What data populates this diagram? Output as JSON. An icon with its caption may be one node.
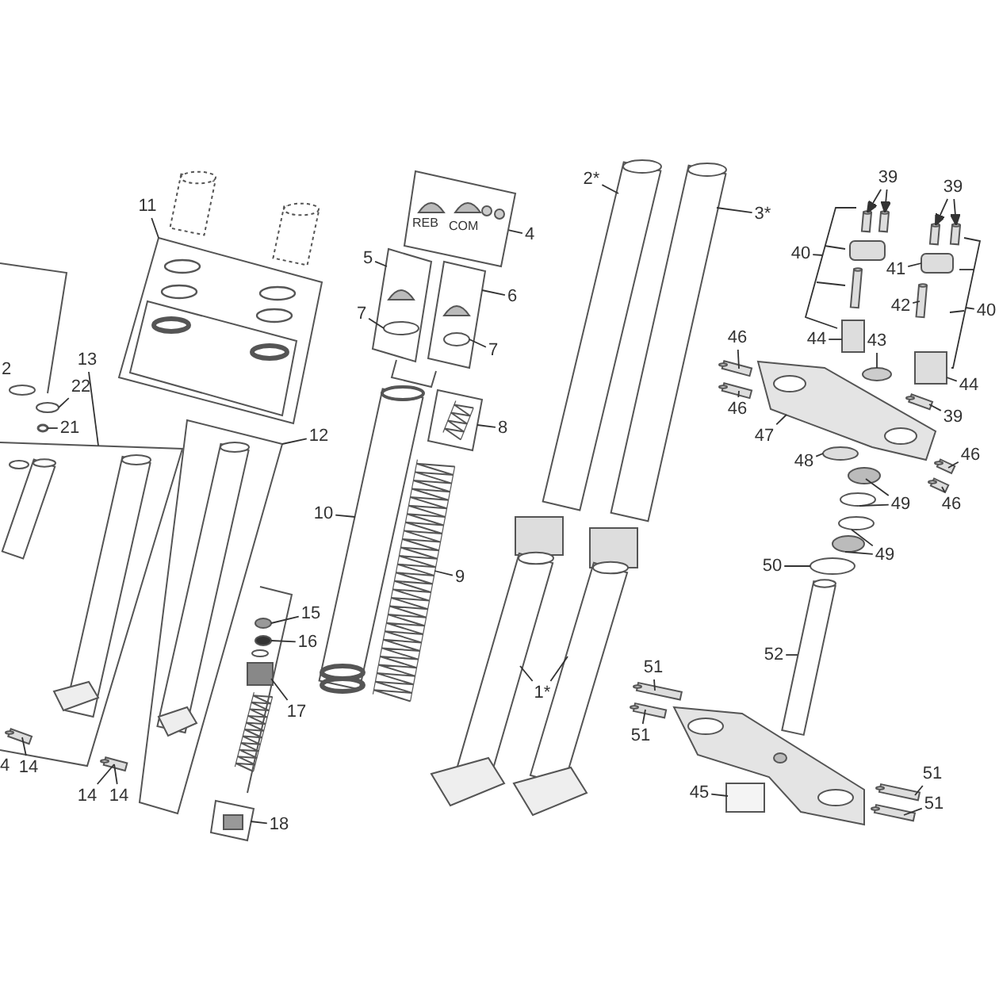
{
  "diagram": {
    "nodes": [
      {
        "text": [
          "2*"
        ]
      },
      {
        "text": [
          "3*"
        ]
      },
      {
        "text": [
          "39"
        ]
      },
      {
        "text": [
          "39"
        ]
      },
      {
        "text": [
          "4"
        ]
      },
      {
        "text": [
          "11"
        ]
      },
      {
        "text": [
          "40"
        ]
      },
      {
        "text": [
          "5"
        ]
      },
      {
        "text": [
          "41"
        ]
      },
      {
        "text": [
          "6"
        ]
      },
      {
        "text": [
          "42"
        ]
      },
      {
        "text": [
          "40"
        ]
      },
      {
        "text": [
          "7"
        ]
      },
      {
        "text": [
          "7"
        ]
      },
      {
        "text": [
          "46"
        ]
      },
      {
        "text": [
          "44"
        ]
      },
      {
        "text": [
          "43"
        ]
      },
      {
        "text": [
          "13"
        ]
      },
      {
        "text": [
          "44"
        ]
      },
      {
        "text": [
          "22"
        ]
      },
      {
        "text": [
          "46"
        ]
      },
      {
        "text": [
          "39"
        ]
      },
      {
        "text": [
          "21"
        ]
      },
      {
        "text": [
          "47"
        ]
      },
      {
        "text": [
          "8"
        ]
      },
      {
        "text": [
          "12"
        ]
      },
      {
        "text": [
          "46"
        ]
      },
      {
        "text": [
          "48"
        ]
      },
      {
        "text": [
          "46"
        ]
      },
      {
        "text": [
          "49"
        ]
      },
      {
        "text": [
          "10"
        ]
      },
      {
        "text": [
          "49"
        ]
      },
      {
        "text": [
          "50"
        ]
      },
      {
        "text": [
          "9"
        ]
      },
      {
        "text": [
          "15"
        ]
      },
      {
        "text": [
          "16"
        ]
      },
      {
        "text": [
          "52"
        ]
      },
      {
        "text": [
          "51"
        ]
      },
      {
        "text": [
          "1*"
        ]
      },
      {
        "text": [
          "17"
        ]
      },
      {
        "text": [
          "51"
        ]
      },
      {
        "text": [
          "14"
        ]
      },
      {
        "text": [
          "51"
        ]
      },
      {
        "text": [
          "45"
        ]
      },
      {
        "text": [
          "14"
        ]
      },
      {
        "text": [
          "14"
        ]
      },
      {
        "text": [
          "51"
        ]
      },
      {
        "text": [
          "18"
        ]
      },
      {
        "text": [
          "REB",
          "COM"
        ]
      },
      {
        "text": [],
        "shape": "cylinder"
      },
      {
        "text": [],
        "shape": "cylinder"
      },
      {
        "text": [],
        "shape": "bar"
      },
      {
        "text": [],
        "shape": "bar"
      },
      {
        "text": [],
        "shape": "bar"
      },
      {
        "text": [],
        "shape": "bar"
      },
      {
        "text": [],
        "shape": "box"
      },
      {
        "text": [],
        "shape": "bracket"
      },
      {
        "text": [],
        "shape": "box"
      },
      {
        "text": [],
        "shape": "box"
      },
      {
        "text": [],
        "shape": "box"
      },
      {
        "text": [],
        "shape": "bar"
      },
      {
        "text": [],
        "shape": "bracket"
      },
      {
        "text": [],
        "shape": "circle",
        "in": 57
      },
      {
        "text": [],
        "shape": "circle",
        "in": 59
      },
      {
        "text": [],
        "shape": "bar"
      },
      {
        "text": [],
        "shape": "box"
      },
      {
        "text": [],
        "shape": "circle"
      },
      {
        "text": [],
        "shape": "box"
      },
      {
        "text": [],
        "shape": "box"
      },
      {
        "text": [],
        "shape": "circle"
      },
      {
        "text": [],
        "shape": "bar"
      },
      {
        "text": [],
        "shape": "bar"
      },
      {
        "text": [],
        "shape": "circle"
      },
      {
        "text": [],
        "shape": "picture"
      },
      {
        "text": [],
        "shape": "box"
      },
      {
        "text": [],
        "shape": "box"
      },
      {
        "text": [],
        "shape": "bar"
      },
      {
        "text": [],
        "shape": "circle"
      },
      {
        "text": [],
        "shape": "bar"
      },
      {
        "text": [],
        "shape": "circle"
      },
      {
        "text": [],
        "shape": "circle"
      },
      {
        "text": [],
        "shape": "picture"
      },
      {
        "text": [],
        "shape": "circle"
      },
      {
        "text": [],
        "shape": "circle"
      },
      {
        "text": [],
        "shape": "circle"
      },
      {
        "text": [],
        "shape": "picture"
      },
      {
        "text": [],
        "shape": "circle"
      },
      {
        "text": [],
        "shape": "circle"
      },
      {
        "text": [],
        "shape": "cylinder"
      },
      {
        "text": [],
        "shape": "bar"
      },
      {
        "text": [],
        "shape": "picture"
      },
      {
        "text": [],
        "shape": "picture"
      },
      {
        "text": [],
        "shape": "box"
      },
      {
        "text": [],
        "shape": "bar"
      },
      {
        "text": [],
        "shape": "bar",
        "in": 67
      },
      {
        "text": [],
        "shape": "bar"
      },
      {
        "text": [],
        "shape": "box"
      },
      {
        "text": [],
        "shape": "bar"
      },
      {
        "text": [],
        "shape": "bar"
      },
      {
        "text": [],
        "shape": "box"
      },
      {
        "text": [],
        "shape": "box"
      },
      {
        "text": [],
        "shape": "picture"
      },
      {
        "text": [],
        "shape": "bar"
      },
      {
        "text": [],
        "shape": "picture",
        "in": 67
      },
      {
        "text": [],
        "shape": "picture",
        "in": 75
      },
      {
        "text": [],
        "shape": "cylinder",
        "in": 67
      }
    ],
    "edges": [
      {
        "from": 0,
        "to": 49,
        "arrow": "none"
      },
      {
        "from": 1,
        "to": 50,
        "arrow": "none"
      },
      {
        "from": 2,
        "to": 51,
        "arrow": "to"
      },
      {
        "from": 2,
        "to": 52,
        "arrow": "to"
      },
      {
        "from": 3,
        "to": 53,
        "arrow": "to"
      },
      {
        "from": 3,
        "to": 54,
        "arrow": "to"
      },
      {
        "from": 4,
        "to": 48,
        "arrow": "none"
      },
      {
        "from": 5,
        "to": 55,
        "arrow": "none"
      },
      {
        "from": 6,
        "to": 56,
        "arrow": "none"
      },
      {
        "from": 7,
        "to": 57,
        "arrow": "none"
      },
      {
        "from": 8,
        "to": 58,
        "arrow": "none"
      },
      {
        "from": 9,
        "to": 59,
        "arrow": "none"
      },
      {
        "from": 10,
        "to": 60,
        "arrow": "none"
      },
      {
        "from": 11,
        "to": 61,
        "arrow": "none"
      },
      {
        "from": 12,
        "to": 62,
        "arrow": "none"
      },
      {
        "from": 13,
        "to": 63,
        "arrow": "none"
      },
      {
        "from": 14,
        "to": 64,
        "arrow": "none"
      },
      {
        "from": 15,
        "to": 65,
        "arrow": "none"
      },
      {
        "from": 16,
        "to": 66,
        "arrow": "none"
      },
      {
        "from": 17,
        "to": 67,
        "arrow": "none"
      },
      {
        "from": 18,
        "to": 68,
        "arrow": "none"
      },
      {
        "from": 19,
        "to": 69,
        "arrow": "none"
      },
      {
        "from": 20,
        "to": 70,
        "arrow": "none"
      },
      {
        "from": 21,
        "to": 71,
        "arrow": "none"
      },
      {
        "from": 22,
        "to": 72,
        "arrow": "none"
      },
      {
        "from": 23,
        "to": 73,
        "arrow": "none"
      },
      {
        "from": 24,
        "to": 74,
        "arrow": "none"
      },
      {
        "from": 25,
        "to": 75,
        "arrow": "none"
      },
      {
        "from": 26,
        "to": 76,
        "arrow": "none"
      },
      {
        "from": 27,
        "to": 77,
        "arrow": "none"
      },
      {
        "from": 28,
        "to": 78,
        "arrow": "none"
      },
      {
        "from": 29,
        "to": 79,
        "arrow": "none"
      },
      {
        "from": 29,
        "to": 80,
        "arrow": "none"
      },
      {
        "from": 30,
        "to": 81,
        "arrow": "none"
      },
      {
        "from": 31,
        "to": 82,
        "arrow": "none"
      },
      {
        "from": 31,
        "to": 83,
        "arrow": "none"
      },
      {
        "from": 32,
        "to": 84,
        "arrow": "none"
      },
      {
        "from": 33,
        "to": 85,
        "arrow": "none"
      },
      {
        "from": 34,
        "to": 86,
        "arrow": "none"
      },
      {
        "from": 35,
        "to": 87,
        "arrow": "none"
      },
      {
        "from": 36,
        "to": 88,
        "arrow": "none"
      },
      {
        "from": 37,
        "to": 89,
        "arrow": "none"
      },
      {
        "from": 38,
        "to": 90,
        "arrow": "none"
      },
      {
        "from": 38,
        "to": 91,
        "arrow": "none"
      },
      {
        "from": 39,
        "to": 92,
        "arrow": "none"
      },
      {
        "from": 40,
        "to": 93,
        "arrow": "none"
      },
      {
        "from": 41,
        "to": 94,
        "arrow": "none"
      },
      {
        "from": 42,
        "to": 95,
        "arrow": "none"
      },
      {
        "from": 43,
        "to": 96,
        "arrow": "none"
      },
      {
        "from": 44,
        "to": 97,
        "arrow": "none"
      },
      {
        "from": 45,
        "to": 97,
        "arrow": "none"
      },
      {
        "from": 46,
        "to": 98,
        "arrow": "none"
      },
      {
        "from": 47,
        "to": 99,
        "arrow": "none"
      }
    ],
    "labels": [
      "2",
      "4"
    ]
  }
}
